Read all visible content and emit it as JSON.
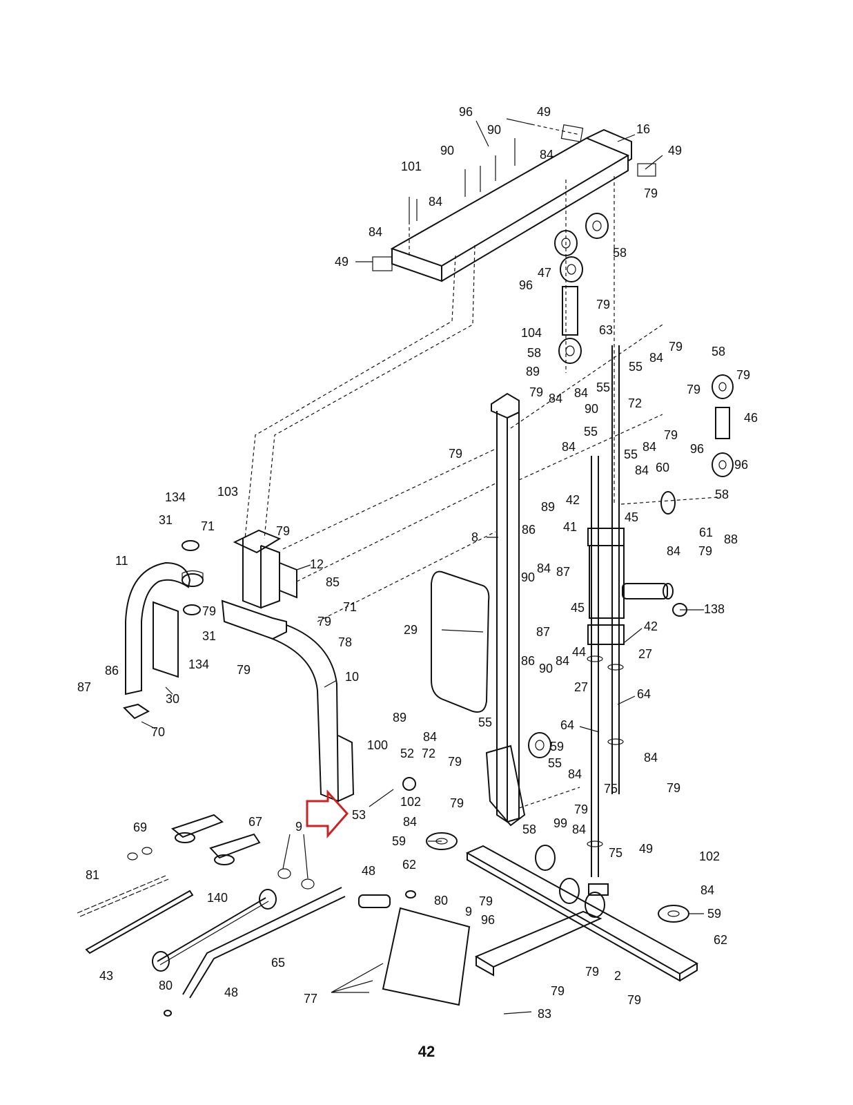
{
  "page_number": "42",
  "callout_color": "#cc2222",
  "labels": {
    "l96a": "96",
    "l49a": "49",
    "l90a": "90",
    "l16": "16",
    "l49b": "49",
    "l90b": "90",
    "l84a": "84",
    "l101": "101",
    "l84b": "84",
    "l79a": "79",
    "l84c": "84",
    "l58a": "58",
    "l49c": "49",
    "l47": "47",
    "l96b": "96",
    "l79b": "79",
    "l104": "104",
    "l63": "63",
    "l79c": "79",
    "l58b": "58",
    "l84d": "84",
    "l55a": "55",
    "l58c": "58",
    "l79d": "79",
    "l89a": "89",
    "l79e": "79",
    "l84e": "84",
    "l84f": "84",
    "l55b": "55",
    "l72a": "72",
    "l79f": "79",
    "l46": "46",
    "l90c": "90",
    "l96c": "96",
    "l96d": "96",
    "l84g": "84",
    "l79g": "79",
    "l55c": "55",
    "l79h": "79",
    "l55d": "55",
    "l84h": "84",
    "l58d": "58",
    "l89b": "89",
    "l84i": "84",
    "l60": "60",
    "l42a": "42",
    "l61": "61",
    "l88": "88",
    "l134a": "134",
    "l103": "103",
    "l31a": "31",
    "l71a": "71",
    "l79i": "79",
    "l41": "41",
    "l45a": "45",
    "l84j": "84",
    "l79j": "79",
    "l8": "8",
    "l86a": "86",
    "l11": "11",
    "l12": "12",
    "l85": "85",
    "l87a": "87",
    "l84k": "84",
    "l90d": "90",
    "l71b": "71",
    "l45b": "45",
    "l138": "138",
    "l79k": "79",
    "l79l": "79",
    "l31b": "31",
    "l29": "29",
    "l87b": "87",
    "l42b": "42",
    "l78": "78",
    "l86b": "86",
    "l84l": "84",
    "l90e": "90",
    "l44": "44",
    "l27a": "27",
    "l134b": "134",
    "l87c": "87",
    "l86c": "86",
    "l79m": "79",
    "l30": "30",
    "l10": "10",
    "l27b": "27",
    "l64a": "64",
    "l70": "70",
    "l89c": "89",
    "l84m": "84",
    "l55e": "55",
    "l64b": "64",
    "l59a": "59",
    "l100": "100",
    "l52": "52",
    "l72b": "72",
    "l79n": "79",
    "l55f": "55",
    "l84n": "84",
    "l84o": "84",
    "l75a": "75",
    "l79o": "79",
    "l102a": "102",
    "l79p": "79",
    "l79q": "79",
    "l53": "53",
    "l69": "69",
    "l67": "67",
    "l9a": "9",
    "l84p": "84",
    "l59b": "59",
    "l58e": "58",
    "l99": "99",
    "l84q": "84",
    "l62a": "62",
    "l75b": "75",
    "l49d": "49",
    "l102b": "102",
    "l81": "81",
    "l48a": "48",
    "l80a": "80",
    "l79r": "79",
    "l84r": "84",
    "l59c": "59",
    "l140": "140",
    "l9b": "9",
    "l96e": "96",
    "l62b": "62",
    "l65": "65",
    "l43": "43",
    "l79s": "79",
    "l2": "2",
    "l79t": "79",
    "l80b": "80",
    "l48b": "48",
    "l77": "77",
    "l79u": "79",
    "l83": "83"
  }
}
